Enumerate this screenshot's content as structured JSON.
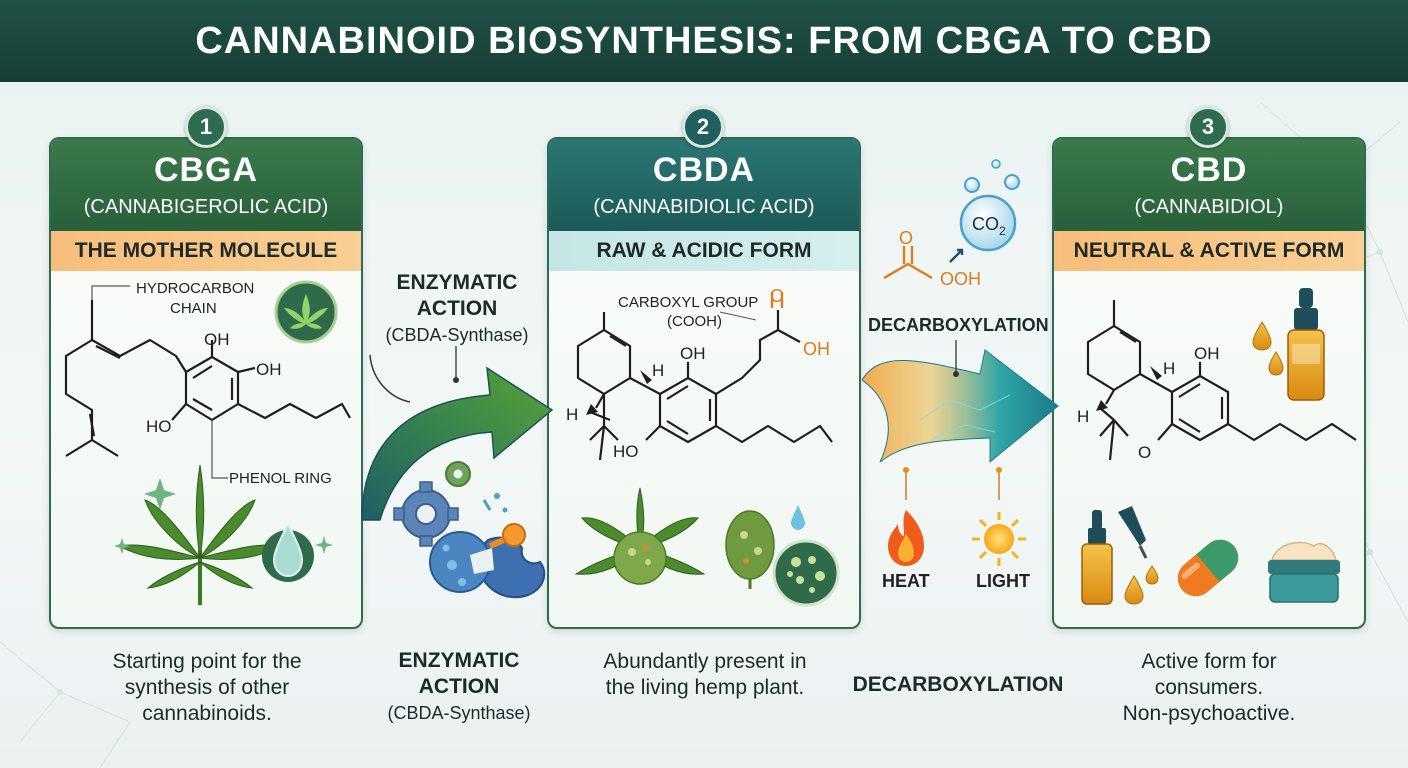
{
  "title": "CANNABINOID BIOSYNTHESIS: FROM CBGA TO CBD",
  "steps": [
    {
      "number": "1",
      "name": "CBGA",
      "full_name": "(CANNABIGEROLIC ACID)",
      "tagline": "THE MOTHER MOLECULE",
      "annotations": [
        "HYDROCARBON",
        "CHAIN",
        "PHENOL RING"
      ],
      "groups": [
        "OH",
        "OH",
        "HO"
      ],
      "caption": [
        "Starting point for the",
        "synthesis of other",
        "cannabinoids."
      ]
    },
    {
      "number": "2",
      "name": "CBDA",
      "full_name": "(CANNABIDIOLIC ACID)",
      "tagline": "RAW & ACIDIC FORM",
      "annotations": [
        "CARBOXYL GROUP",
        "(COOH)"
      ],
      "groups": [
        "OH",
        "HO",
        "OH",
        "O",
        "H",
        "H"
      ],
      "caption": [
        "Abundantly present in",
        "the living hemp plant."
      ]
    },
    {
      "number": "3",
      "name": "CBD",
      "full_name": "(CANNABIDIOL)",
      "tagline": "NEUTRAL & ACTIVE FORM",
      "groups": [
        "OH",
        "O",
        "H",
        "H"
      ],
      "caption": [
        "Active form for",
        "consumers.",
        "Non-psychoactive."
      ]
    }
  ],
  "transition_1": {
    "label_top": [
      "ENZYMATIC",
      "ACTION"
    ],
    "sub_top": "(CBDA-Synthase)",
    "label_bottom": [
      "ENZYMATIC",
      "ACTION"
    ],
    "sub_bottom": "(CBDA-Synthase)"
  },
  "transition_2": {
    "label_top": "DECARBOXYLATION",
    "label_bottom": "DECARBOXYLATION",
    "co2": "CO",
    "co2_sub": "2",
    "ooh": "OOH",
    "o": "O",
    "factors": [
      "HEAT",
      "LIGHT"
    ]
  },
  "colors": {
    "title_bg": "#1f5147",
    "green_header": "#2f6b4a",
    "teal_header": "#1f5f5d",
    "orange_band": "#f7be7b",
    "blue_band": "#c5e6e6",
    "leaf": "#4c8a2e",
    "heat": "#f05a1a",
    "light": "#f7b21a"
  },
  "icons": [
    "cannabis-leaf-icon",
    "gear-icon",
    "enzyme-icon",
    "bud-icon",
    "co2-bubble-icon",
    "flame-icon",
    "sun-icon",
    "dropper-bottle-icon",
    "capsule-icon",
    "cream-jar-icon",
    "oil-drop-icon"
  ]
}
